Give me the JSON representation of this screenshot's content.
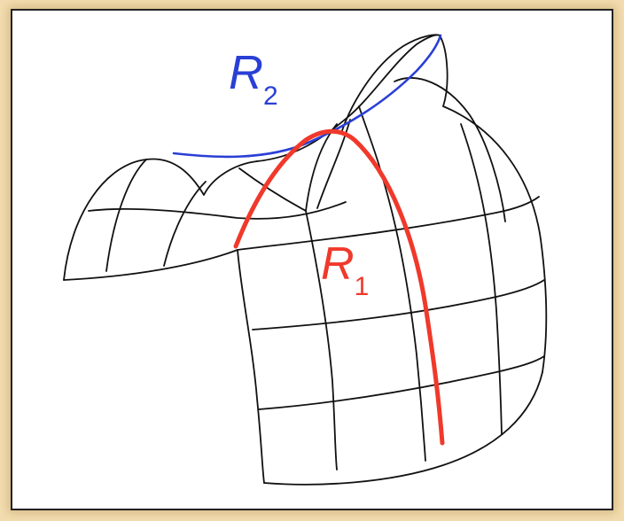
{
  "labels": {
    "r2": {
      "letter": "R",
      "sub": "2"
    },
    "r1": {
      "letter": "R",
      "sub": "1"
    }
  },
  "colors": {
    "background": "#f3ddb0",
    "frame": "#222222",
    "mesh": "#111111",
    "r2_curve": "#2a3fd6",
    "r1_curve": "#f0392b"
  }
}
